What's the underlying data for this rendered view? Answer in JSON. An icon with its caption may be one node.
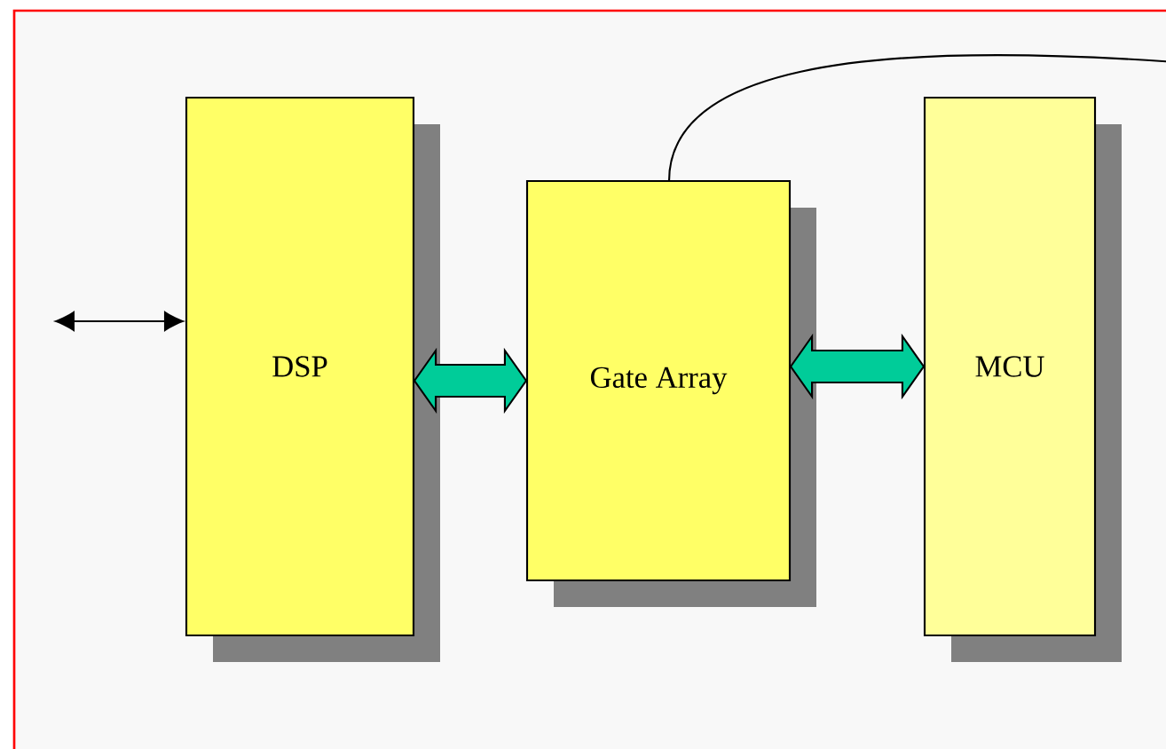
{
  "diagram": {
    "nodes": [
      {
        "text": [
          "DSP"
        ]
      },
      {
        "text": [
          "Gate Array"
        ]
      },
      {
        "text": [
          "MCU"
        ]
      }
    ],
    "edges": [
      {
        "from": null,
        "to": 0,
        "arrow": "both"
      },
      {
        "from": 0,
        "to": 1,
        "arrow": "both",
        "style": "thick",
        "color": "#00cc99"
      },
      {
        "from": 1,
        "to": 2,
        "arrow": "both",
        "style": "thick",
        "color": "#00cc99"
      },
      {
        "from": 1,
        "to": null,
        "arrow": "none"
      }
    ]
  }
}
